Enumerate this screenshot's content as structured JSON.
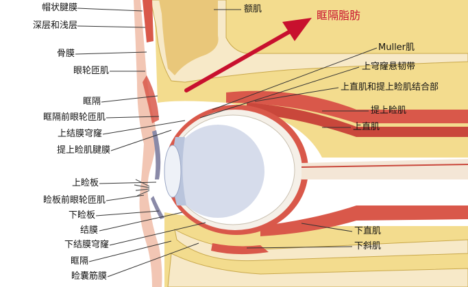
{
  "colors": {
    "arrow": "#c8102e",
    "title": "#c8102e",
    "fat": "#f3dc8e",
    "bone": "#f7e9c8",
    "muscle": "#d9584a",
    "skin": "#f2c6b4",
    "sclera": "#f3f3f3",
    "lens": "#c9d3e6",
    "leader": "#333333"
  },
  "title": "眶隔脂肪",
  "labels_left": [
    "帽状腱膜",
    "深层和浅层",
    "骨膜",
    "眼轮匝肌",
    "眶隔",
    "眶隔前眼轮匝肌",
    "上结膜穹窿",
    "提上睑肌腱膜",
    "上睑板",
    "睑板前眼轮匝肌",
    "下睑板",
    "结膜",
    "下结膜穹窿",
    "眶隔",
    "睑囊筋膜"
  ],
  "labels_right": [
    "额肌",
    "Muller肌",
    "上穹窿悬韧带",
    "上直肌和提上睑肌结合部",
    "提上睑肌",
    "上直肌",
    "下直肌",
    "下斜肌"
  ],
  "icons": {
    "arrow": "red-arrow-icon",
    "eyeball": "eyeball-icon"
  }
}
